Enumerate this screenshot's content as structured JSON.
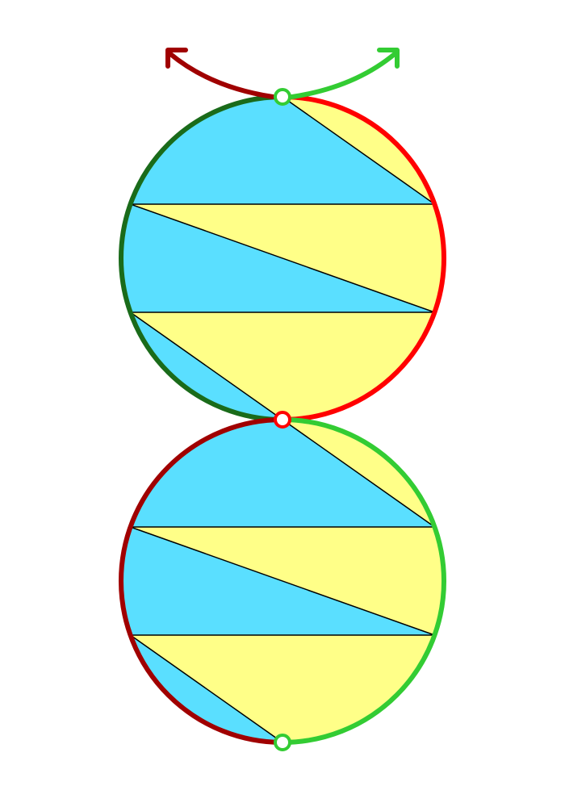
{
  "colors": {
    "background": "#ffffff",
    "region_a": "#5adfff",
    "region_b": "#ffff88",
    "chord": "#000000",
    "dark_red": "#a00000",
    "red": "#ff0000",
    "dark_green": "#1a6b1a",
    "green": "#33cc33",
    "node_fill": "#ffffff"
  },
  "circles": [
    {
      "id": "top",
      "left_arc_color": "dark_green",
      "right_arc_color": "red",
      "top_node_color": "green",
      "bottom_node_color": "red"
    },
    {
      "id": "bottom",
      "left_arc_color": "dark_red",
      "right_arc_color": "green",
      "top_node_color": "red",
      "bottom_node_color": "green"
    }
  ],
  "arrows": [
    {
      "id": "left-arrow",
      "color": "dark_red",
      "direction": "left"
    },
    {
      "id": "right-arrow",
      "color": "green",
      "direction": "right"
    }
  ]
}
